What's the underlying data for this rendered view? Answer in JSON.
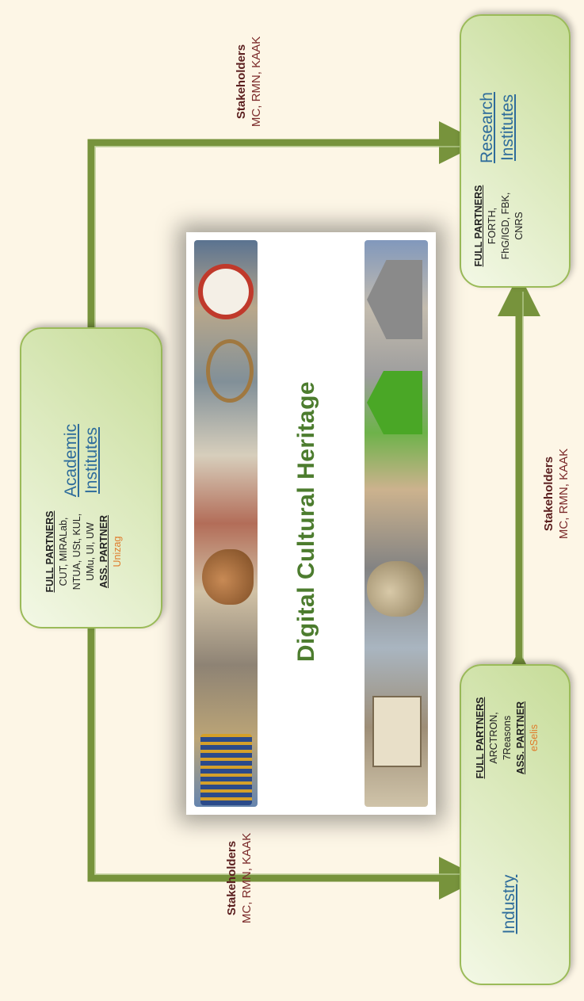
{
  "center": {
    "title": "Digital Cultural Heritage"
  },
  "nodes": {
    "academic": {
      "title_line1": "Academic",
      "title_line2": "Institutes",
      "full_header": "FULL PARTNERS",
      "full_line1": "CUT, MIRALab,",
      "full_line2": "NTUA, USt, KUL,",
      "full_line3": "UMu, UI, UW",
      "ass_header": "ASS. PARTNER",
      "ass_line1": "Unizag"
    },
    "research": {
      "title_line1": "Research",
      "title_line2": "Institutes",
      "full_header": "FULL PARTNERS",
      "full_line1": "FORTH,",
      "full_line2": "FhG/IGD, FBK,",
      "full_line3": "CNRS"
    },
    "industry": {
      "title": "Industry",
      "full_header": "FULL PARTNERS",
      "full_line1": "ARCTRON,",
      "full_line2": "7Reasons",
      "ass_header": "ASS. PARTNER",
      "ass_line1": "eSelis"
    }
  },
  "stakeholders": {
    "top": {
      "header": "Stakeholders",
      "list": "MC, RMN, KAAK"
    },
    "middle": {
      "header": "Stakeholders",
      "list": "MC, RMN, KAAK"
    },
    "bottom": {
      "header": "Stakeholders",
      "list": "MC, RMN, KAAK"
    }
  },
  "colors": {
    "arrow": "#77933c",
    "box_border": "#9bbb59",
    "title_blue": "#2e6c9b",
    "stakeholder": "#5b1f1f",
    "associate": "#e07a2a",
    "dch_green": "#4c7c2e",
    "background": "#fdf6e6"
  }
}
